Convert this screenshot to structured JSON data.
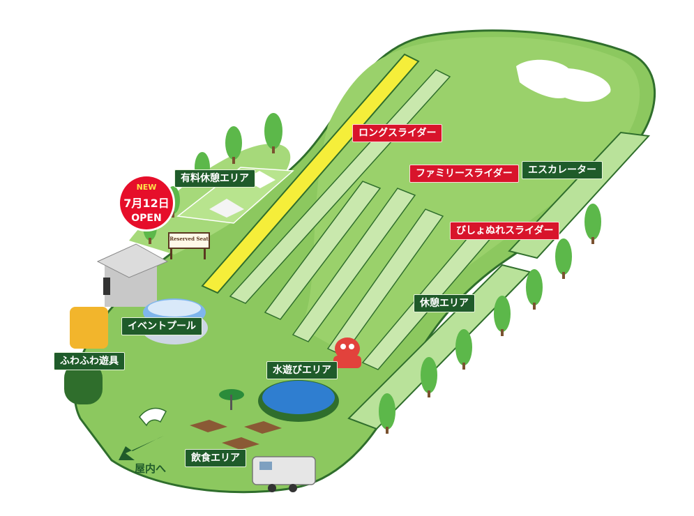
{
  "labels": {
    "long_slider": "ロングスライダー",
    "family_slider": "ファミリースライダー",
    "wet_slider": "びしょぬれスライダー",
    "escalator": "エスカレーター",
    "paid_rest_area": "有料休憩エリア",
    "event_pool": "イベントプール",
    "fuwafuwa": "ふわふわ遊具",
    "rest_area": "休憩エリア",
    "water_play_area": "水遊びエリア",
    "food_area": "飲食エリア",
    "to_indoor": "屋内へ"
  },
  "badge": {
    "new": "NEW",
    "date": "7月12日",
    "open": "OPEN"
  },
  "reserved_sign": "Reserved Seat",
  "colors": {
    "grass": "#8cc85f",
    "grass_light": "#a8d67c",
    "slide_lane": "#c9e8ad",
    "long_slider_yellow": "#f5ee3a",
    "label_green": "#1f5b2a",
    "label_red": "#d8142b",
    "tree": "#5cb84a",
    "pool_water": "#2f7ed0"
  },
  "icons": [
    "tree-icon",
    "slide-icon",
    "pool-icon",
    "stage-icon",
    "parasol-icon",
    "bench-icon",
    "trailer-icon",
    "octopus-icon",
    "exit-arrow-icon"
  ]
}
